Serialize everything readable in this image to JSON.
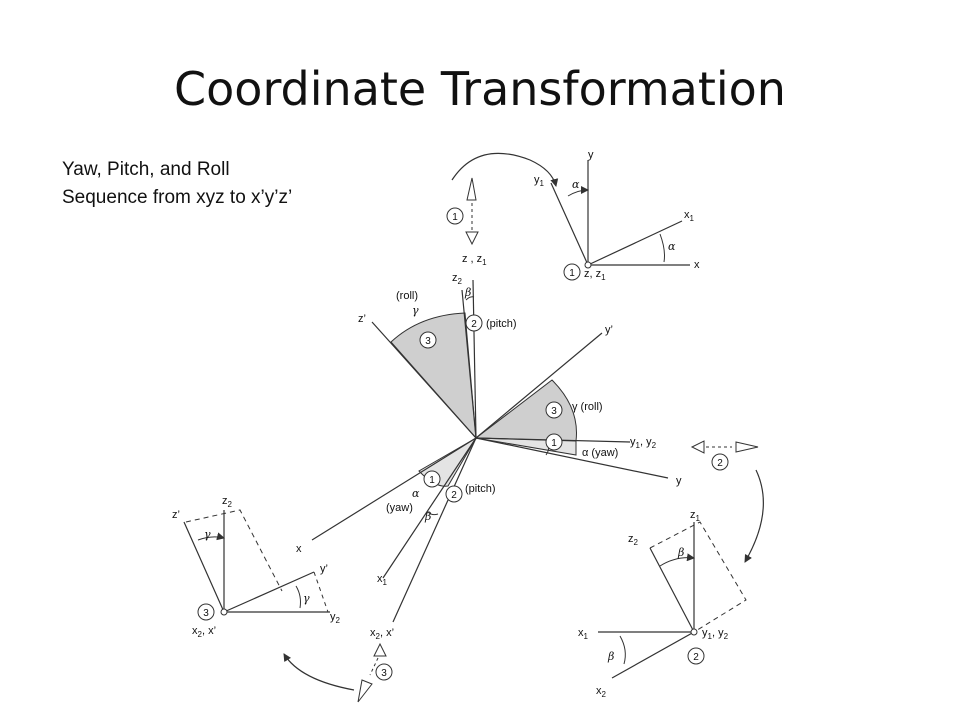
{
  "title": "Coordinate Transformation",
  "caption": {
    "line1": "Yaw, Pitch, and Roll",
    "line2": "Sequence from xyz to x’y’z’"
  },
  "diagram": {
    "main": {
      "axis_x": "x",
      "axis_y": "y",
      "axis_zz1": "z , z",
      "axis_zz1_sub": "1",
      "axis_z2": "z",
      "axis_z2_sub": "2",
      "axis_zp": "z’",
      "axis_yp": "y’",
      "axis_y1y2": "y",
      "axis_y1y2_sub1": "1",
      "axis_y1y2_mid": ", y",
      "axis_y1y2_sub2": "2",
      "axis_x1": "x",
      "axis_x1_sub": "1",
      "axis_x2xp": "x",
      "axis_x2xp_sub": "2",
      "axis_x2xp_tail": ", x’",
      "roll_top": "(roll)",
      "gamma": "γ",
      "beta": "β",
      "alpha": "α",
      "pitch_top": "(pitch)",
      "gamma_roll": "γ (roll)",
      "alpha_yaw": "α  (yaw)",
      "pitch_low": "(pitch)",
      "yaw_low": "(yaw)",
      "n1": "1",
      "n2": "2",
      "n3": "3"
    },
    "inset_yaw": {
      "y": "y",
      "y1": "y",
      "y1_sub": "1",
      "x1": "x",
      "x1_sub": "1",
      "x": "x",
      "alpha": "α",
      "zz1": "z, z",
      "zz1_sub": "1",
      "num": "1"
    },
    "inset_pitch": {
      "z1": "z",
      "z1_sub": "1",
      "z2": "z",
      "z2_sub": "2",
      "x1": "x",
      "x1_sub": "1",
      "x2": "x",
      "x2_sub": "2",
      "beta": "β",
      "y1y2": "y",
      "y1y2_sub1": "1",
      "y1y2_mid": ", y",
      "y1y2_sub2": "2",
      "num": "2"
    },
    "inset_roll": {
      "z2": "z",
      "z2_sub": "2",
      "zp": "z’",
      "yp": "y’",
      "y2": "y",
      "y2_sub": "2",
      "x2xp": "x",
      "x2xp_sub": "2",
      "x2xp_tail": ", x’",
      "gamma": "γ",
      "num": "3"
    }
  }
}
